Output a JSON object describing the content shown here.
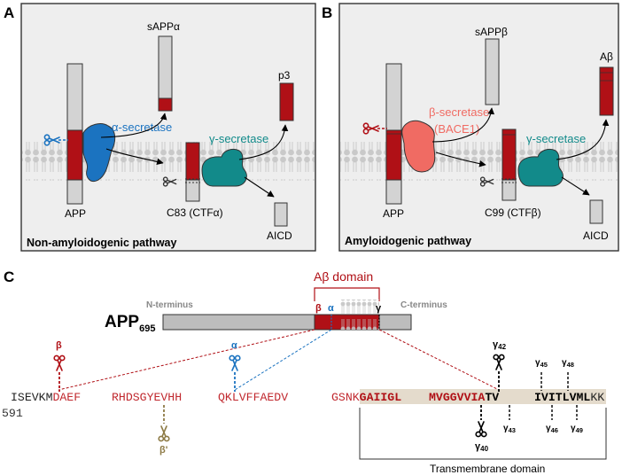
{
  "colors": {
    "dark_red": "#b01016",
    "blue": "#1b73c0",
    "teal": "#128a8a",
    "salmon": "#f06b63",
    "gray_box": "#d3d3d3",
    "membrane": "#c8c8c8",
    "panel_bg": "#eeeeee",
    "tan": "#e4dbcc",
    "olive": "#8d7a45"
  },
  "icons": [
    "scissors-icon"
  ],
  "panelA": {
    "letter": "A",
    "sapp": "sAPPα",
    "alpha_secretase": "α-secretase",
    "gamma_secretase": "γ-secretase",
    "p3": "p3",
    "app": "APP",
    "c83": "C83 (CTFα)",
    "aicd": "AICD",
    "caption": "Non-amyloidogenic pathway"
  },
  "panelB": {
    "letter": "B",
    "sapp": "sAPPβ",
    "beta_secretase_1": "β-secretase",
    "beta_secretase_2": "(BACE1)",
    "gamma_secretase": "γ-secretase",
    "abeta": "Aβ",
    "app": "APP",
    "c99": "C99 (CTFβ)",
    "aicd": "AICD",
    "caption": "Amyloidogenic pathway"
  },
  "panelC": {
    "letter": "C",
    "domain_title": "Aβ domain",
    "n_terminus": "N-terminus",
    "c_terminus": "C-terminus",
    "app_main": "APP",
    "app_sub": "695",
    "bar_beta": "β",
    "bar_alpha": "α",
    "bar_gamma": "γ",
    "seq": {
      "black1": "ISEVKM",
      "red1": "DAEF",
      "red2": "RHDSGYEVHH",
      "red3": "QKLVFFAEDV",
      "red4": "GSNK",
      "bold1": "GAIIGL",
      "bold2": "MVGGVVIA",
      "black2": "TV",
      "black3": "IVITLVML",
      "black4": "KK"
    },
    "residue_number": "591",
    "cut_beta": "β",
    "cut_alpha": "α",
    "cut_beta_prime": "β'",
    "g42": "γ",
    "g42_sub": "42",
    "g43": "γ",
    "g43_sub": "43",
    "g40": "γ",
    "g40_sub": "40",
    "g45": "γ",
    "g45_sub": "45",
    "g46": "γ",
    "g46_sub": "46",
    "g48": "γ",
    "g48_sub": "48",
    "g49": "γ",
    "g49_sub": "49",
    "tm_label": "Transmembrane domain"
  }
}
